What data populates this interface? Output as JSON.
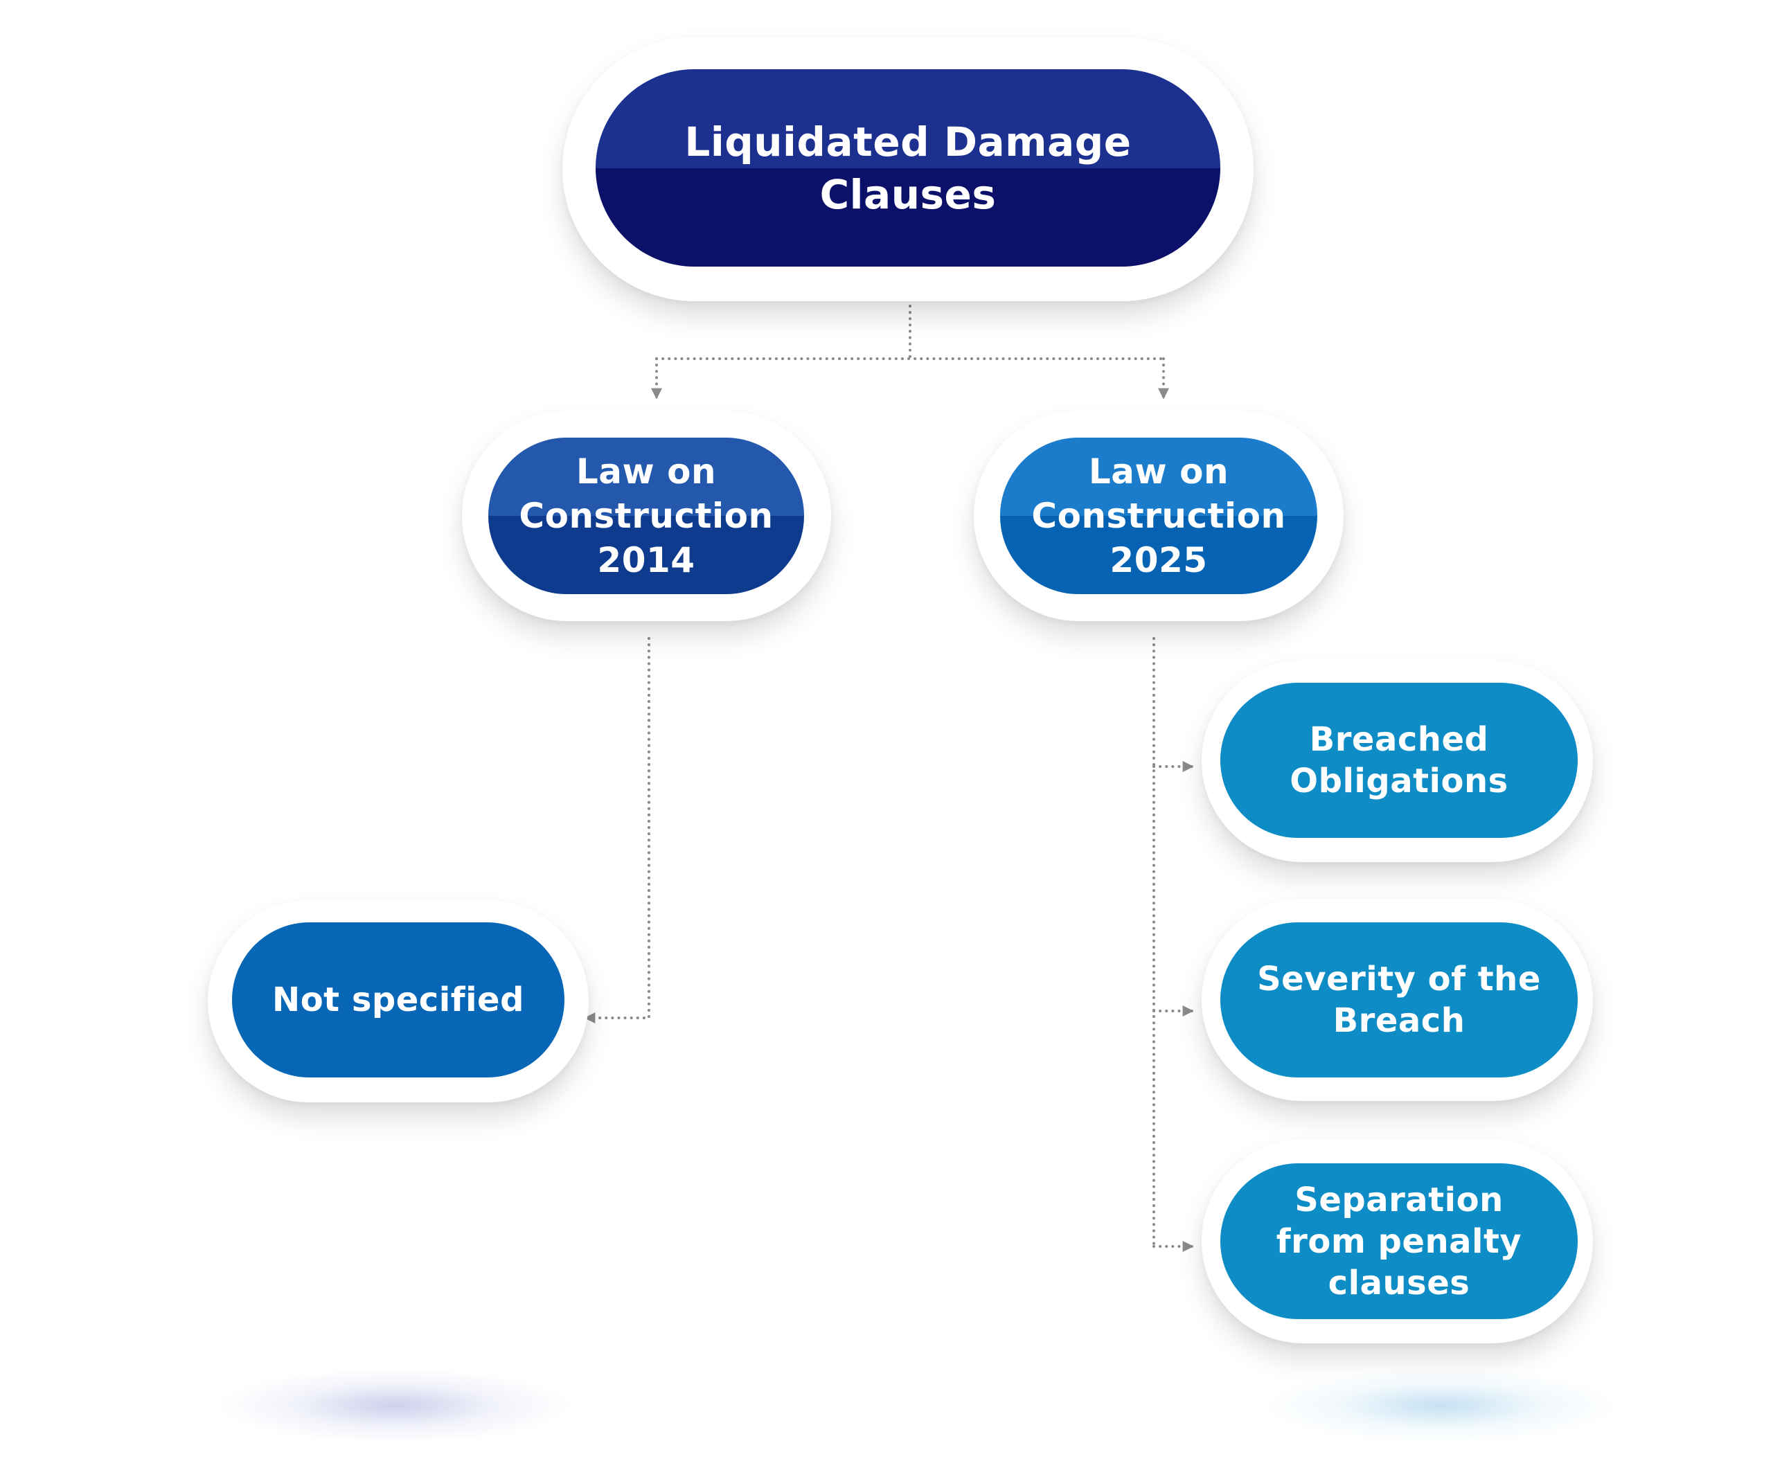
{
  "diagram": {
    "root": {
      "label": "Liquidated Damage\nClauses"
    },
    "branches": [
      {
        "label": "Law on\nConstruction\n2014",
        "children": [
          {
            "label": "Not specified"
          }
        ]
      },
      {
        "label": "Law on\nConstruction\n2025",
        "children": [
          {
            "label": "Breached\nObligations"
          },
          {
            "label": "Severity of the\nBreach"
          },
          {
            "label": "Separation\nfrom penalty\nclauses"
          }
        ]
      }
    ],
    "edges": [
      {
        "from": "Liquidated Damage Clauses",
        "to": "Law on Construction 2014"
      },
      {
        "from": "Liquidated Damage Clauses",
        "to": "Law on Construction 2025"
      },
      {
        "from": "Law on Construction 2014",
        "to": "Not specified"
      },
      {
        "from": "Law on Construction 2025",
        "to": "Breached Obligations"
      },
      {
        "from": "Law on Construction 2025",
        "to": "Severity of the Breach"
      },
      {
        "from": "Law on Construction 2025",
        "to": "Separation from penalty clauses"
      }
    ]
  },
  "colors": {
    "root_top": "#1c3090",
    "root_bottom": "#0b1068",
    "law2014_top": "#2358ad",
    "law2014_bottom": "#0e3b8e",
    "law2025_top": "#1a7cca",
    "law2025_bottom": "#0663b4",
    "not_specified": "#0767b6",
    "leaf_2025": "#0d8cc6",
    "connector": "#8a8a8a"
  }
}
